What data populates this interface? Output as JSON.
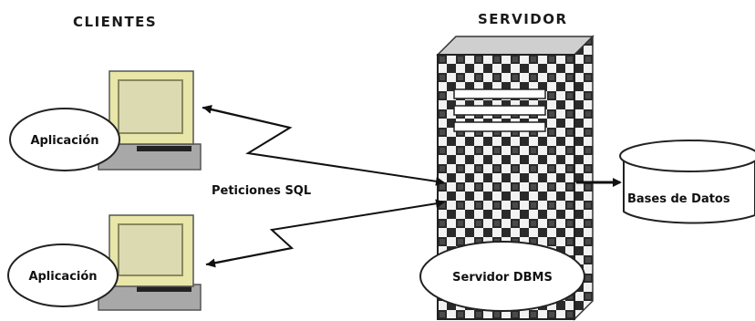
{
  "headings": {
    "clients": "CLIENTES",
    "server": "SERVIDOR"
  },
  "clients": [
    {
      "app_label": "Aplicación"
    },
    {
      "app_label": "Aplicación"
    }
  ],
  "requests_label": "Peticiones SQL",
  "server": {
    "dbms_label": "Servidor DBMS"
  },
  "database": {
    "label": "Bases de Datos"
  },
  "colors": {
    "monitor_frame": "#e8e6a8",
    "monitor_shadow": "#8a8860",
    "monitor_screen": "#dcdab0",
    "base_gray": "#b0b0b0",
    "ink": "#111111",
    "check_dark": "#2b2b2b",
    "check_light": "#f4f4f4"
  }
}
